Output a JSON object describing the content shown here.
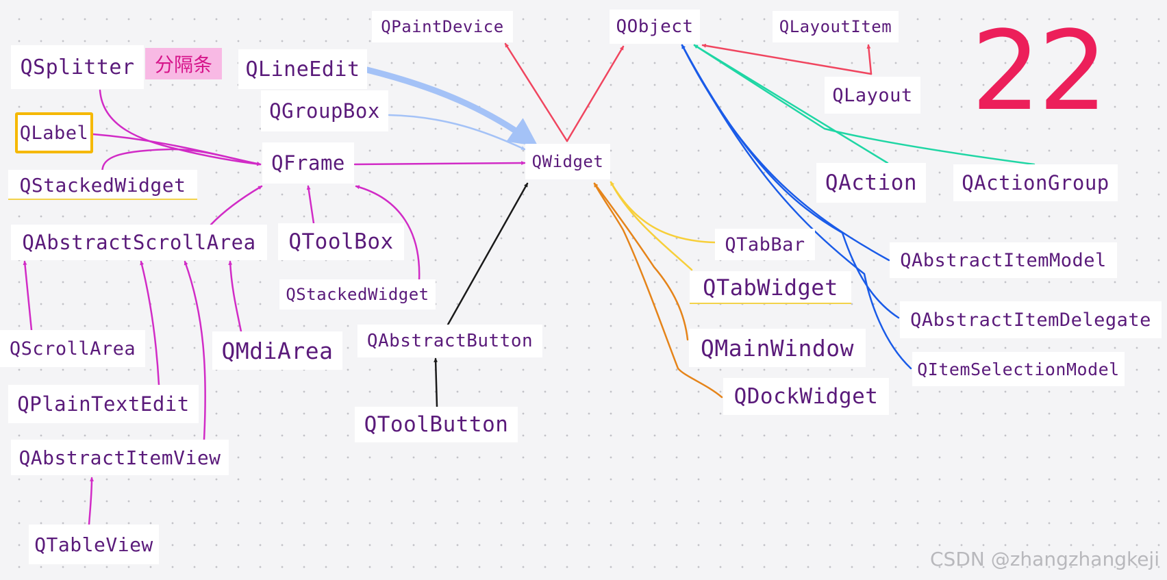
{
  "diagram": {
    "corner_number": "22",
    "tag": "分隔条",
    "watermark": "CSDN @zhangzhangkeji",
    "nodes": [
      {
        "id": "qpaintdevice",
        "label": "QPaintDevice"
      },
      {
        "id": "qobject",
        "label": "QObject"
      },
      {
        "id": "qlayoutitem",
        "label": "QLayoutItem"
      },
      {
        "id": "qlayout",
        "label": "QLayout"
      },
      {
        "id": "qsplitter",
        "label": "QSplitter"
      },
      {
        "id": "qlineedit",
        "label": "QLineEdit"
      },
      {
        "id": "qgroupbox",
        "label": "QGroupBox"
      },
      {
        "id": "qlabel",
        "label": "QLabel"
      },
      {
        "id": "qframe",
        "label": "QFrame"
      },
      {
        "id": "qwidget",
        "label": "QWidget"
      },
      {
        "id": "qstackedwidget-left",
        "label": "QStackedWidget"
      },
      {
        "id": "qaction",
        "label": "QAction"
      },
      {
        "id": "qactiongroup",
        "label": "QActionGroup"
      },
      {
        "id": "qabstractscrollarea",
        "label": "QAbstractScrollArea"
      },
      {
        "id": "qtoolbox",
        "label": "QToolBox"
      },
      {
        "id": "qtabbar",
        "label": "QTabBar"
      },
      {
        "id": "qabstractitemmodel",
        "label": "QAbstractItemModel"
      },
      {
        "id": "qstackedwidget-mid",
        "label": "QStackedWidget"
      },
      {
        "id": "qtabwidget",
        "label": "QTabWidget"
      },
      {
        "id": "qabstractitemdelegate",
        "label": "QAbstractItemDelegate"
      },
      {
        "id": "qscrollarea",
        "label": "QScrollArea"
      },
      {
        "id": "qmdiarea",
        "label": "QMdiArea"
      },
      {
        "id": "qabstractbutton",
        "label": "QAbstractButton"
      },
      {
        "id": "qmainwindow",
        "label": "QMainWindow"
      },
      {
        "id": "qitemselectionmodel",
        "label": "QItemSelectionModel"
      },
      {
        "id": "qdockwidget",
        "label": "QDockWidget"
      },
      {
        "id": "qplaintextedit",
        "label": "QPlainTextEdit"
      },
      {
        "id": "qtoolbutton",
        "label": "QToolButton"
      },
      {
        "id": "qabstractitemview",
        "label": "QAbstractItemView"
      },
      {
        "id": "qtableview",
        "label": "QTableView"
      }
    ],
    "edges": [
      {
        "from": "qwidget",
        "to": "qpaintdevice",
        "color": "#f0455f"
      },
      {
        "from": "qwidget",
        "to": "qobject",
        "color": "#f0455f"
      },
      {
        "from": "qlayout",
        "to": "qlayoutitem",
        "color": "#f0455f"
      },
      {
        "from": "qlayout",
        "to": "qobject",
        "color": "#f0455f"
      },
      {
        "from": "qaction",
        "to": "qobject",
        "color": "#1fd6a4"
      },
      {
        "from": "qactiongroup",
        "to": "qobject",
        "color": "#1fd6a4"
      },
      {
        "from": "qabstractitemmodel",
        "to": "qobject",
        "color": "#1a5be8"
      },
      {
        "from": "qabstractitemdelegate",
        "to": "qobject",
        "color": "#1a5be8"
      },
      {
        "from": "qitemselectionmodel",
        "to": "qobject",
        "color": "#1a5be8"
      },
      {
        "from": "qlineedit",
        "to": "qwidget",
        "color": "#a4c2f7"
      },
      {
        "from": "qgroupbox",
        "to": "qwidget",
        "color": "#a4c2f7"
      },
      {
        "from": "qframe",
        "to": "qwidget",
        "color": "#d12bc6"
      },
      {
        "from": "qsplitter",
        "to": "qframe",
        "color": "#d12bc6"
      },
      {
        "from": "qlabel",
        "to": "qframe",
        "color": "#d12bc6"
      },
      {
        "from": "qstackedwidget-left",
        "to": "qframe",
        "color": "#d12bc6"
      },
      {
        "from": "qabstractscrollarea",
        "to": "qframe",
        "color": "#d12bc6"
      },
      {
        "from": "qtoolbox",
        "to": "qframe",
        "color": "#d12bc6"
      },
      {
        "from": "qstackedwidget-mid",
        "to": "qframe",
        "color": "#d12bc6"
      },
      {
        "from": "qscrollarea",
        "to": "qabstractscrollarea",
        "color": "#d12bc6"
      },
      {
        "from": "qplaintextedit",
        "to": "qabstractscrollarea",
        "color": "#d12bc6"
      },
      {
        "from": "qabstractitemview",
        "to": "qabstractscrollarea",
        "color": "#d12bc6"
      },
      {
        "from": "qmdiarea",
        "to": "qabstractscrollarea",
        "color": "#d12bc6"
      },
      {
        "from": "qtableview",
        "to": "qabstractitemview",
        "color": "#d12bc6"
      },
      {
        "from": "qabstractbutton",
        "to": "qwidget",
        "color": "#1a1a1a"
      },
      {
        "from": "qtoolbutton",
        "to": "qabstractbutton",
        "color": "#1a1a1a"
      },
      {
        "from": "qtabbar",
        "to": "qwidget",
        "color": "#f7cf3a"
      },
      {
        "from": "qtabwidget",
        "to": "qwidget",
        "color": "#f7cf3a"
      },
      {
        "from": "qmainwindow",
        "to": "qwidget",
        "color": "#e5841a"
      },
      {
        "from": "qdockwidget",
        "to": "qwidget",
        "color": "#e5841a"
      }
    ]
  }
}
